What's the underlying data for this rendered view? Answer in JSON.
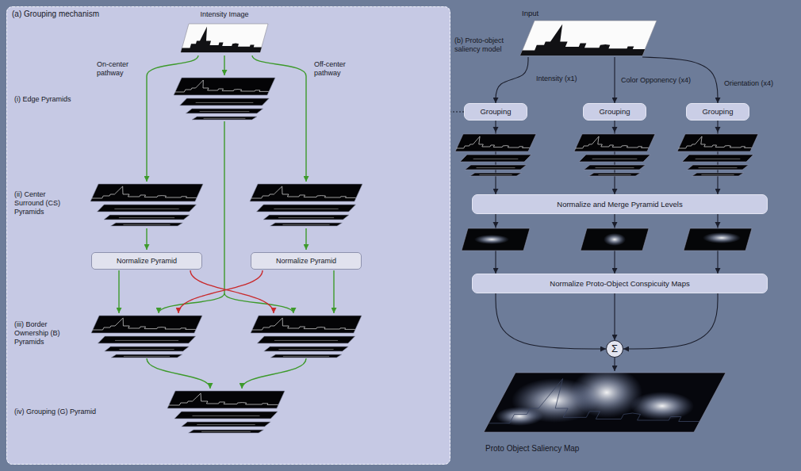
{
  "diagram": {
    "nodes": [
      {
        "text": [
          "(a) Grouping mechanism"
        ]
      },
      {
        "text": [
          "Intensity Image"
        ],
        "in": 0
      },
      {
        "text": [
          "Normalize Pyramid"
        ],
        "in": 0
      },
      {
        "text": [
          "Normalize Pyramid"
        ],
        "in": 0
      },
      {
        "text": [
          "Input"
        ]
      },
      {
        "text": [
          "Grouping"
        ]
      },
      {
        "text": [
          "Grouping"
        ]
      },
      {
        "text": [
          "Grouping"
        ]
      },
      {
        "text": [
          "Normalize and Merge Pyramid Levels"
        ]
      },
      {
        "text": [
          "Normalize Proto-Object Conspicuity Maps"
        ]
      },
      {
        "text": [
          "Σ"
        ]
      },
      {
        "text": [
          "Proto Object Saliency Map"
        ]
      }
    ],
    "edges": [
      {
        "from": 4,
        "to": 5,
        "arrow": "to"
      },
      {
        "from": 4,
        "to": 6,
        "arrow": "to"
      },
      {
        "from": 4,
        "to": 7,
        "arrow": "to"
      },
      {
        "from": 5,
        "to": 8,
        "arrow": "to"
      },
      {
        "from": 6,
        "to": 8,
        "arrow": "to"
      },
      {
        "from": 7,
        "to": 8,
        "arrow": "to"
      },
      {
        "from": 8,
        "to": 9,
        "arrow": "to"
      },
      {
        "from": 8,
        "to": 9,
        "arrow": "to"
      },
      {
        "from": 8,
        "to": 9,
        "arrow": "to"
      },
      {
        "from": 9,
        "to": 10,
        "arrow": "to"
      },
      {
        "from": 9,
        "to": 10,
        "arrow": "to"
      },
      {
        "from": 9,
        "to": 10,
        "arrow": "to"
      },
      {
        "from": 10,
        "to": 11,
        "arrow": "to"
      },
      {
        "from": 5,
        "to": 0,
        "arrow": "none"
      }
    ],
    "labels": [
      "On-center pathway",
      "Off-center pathway",
      "(i) Edge Pyramids",
      "(ii) Center Surround (CS) Pyramids",
      "(iii) Border Ownership (B) Pyramids",
      "(iv) Grouping (G) Pyramid",
      "(b) Proto-object saliency model",
      "Intensity (x1)",
      "Color Opponency (x4)",
      "Orientation (x4)"
    ]
  }
}
